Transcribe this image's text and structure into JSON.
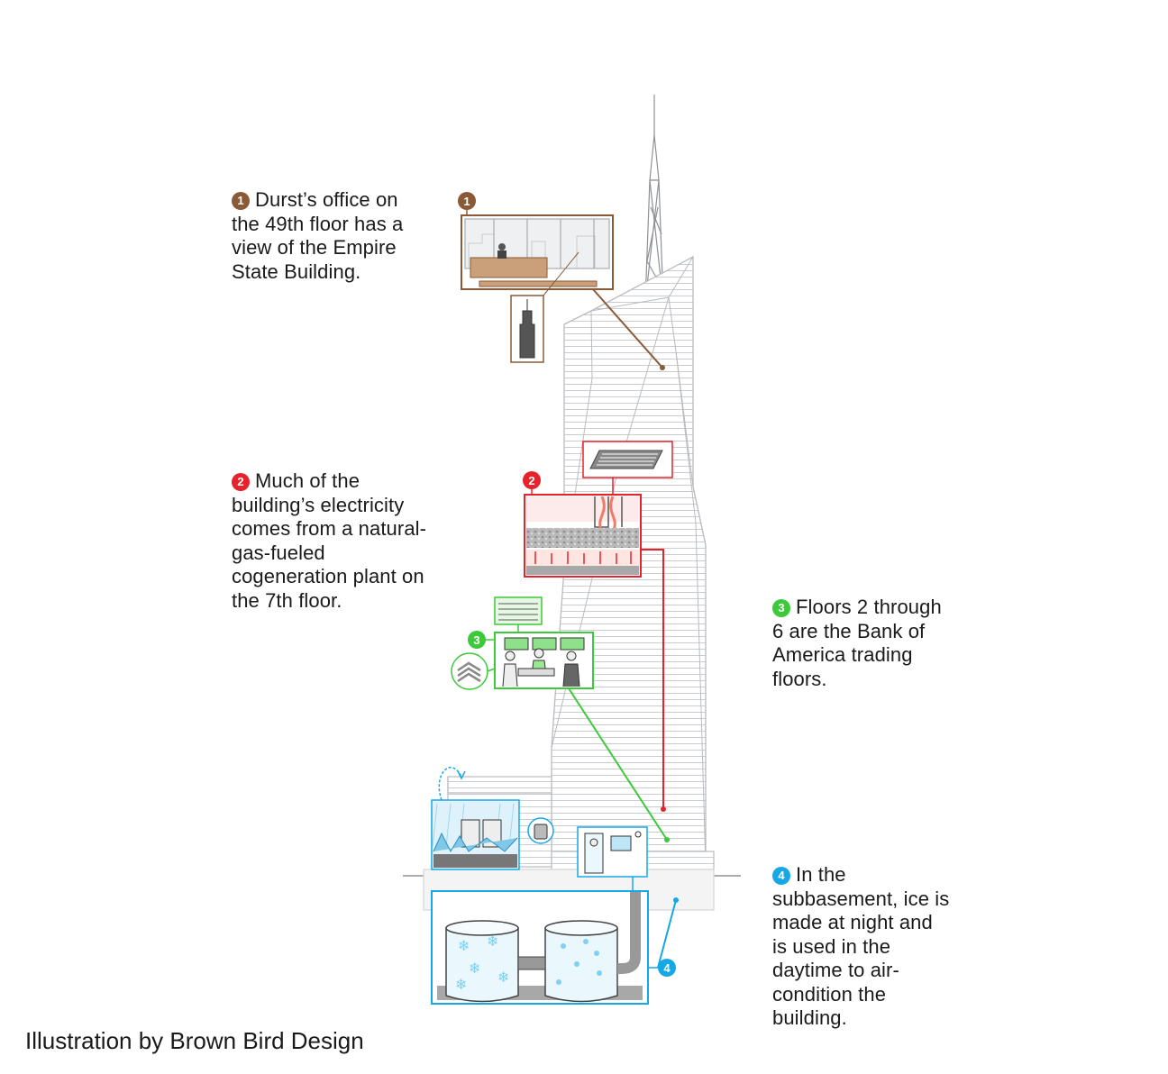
{
  "colors": {
    "callout1": "#8a5a36",
    "callout2": "#e8222a",
    "callout3": "#3cc93a",
    "callout4": "#16a8e6",
    "building_stroke": "#b8bbbf"
  },
  "callouts": [
    {
      "number": "1",
      "text": "Durst’s office on the 49th floor has a view of the Empire State Building."
    },
    {
      "number": "2",
      "text": "Much of the building’s electricity comes from a natural-gas-fueled cogeneration plant on the 7th floor."
    },
    {
      "number": "3",
      "text": "Floors 2 through 6 are the Bank of America trading floors."
    },
    {
      "number": "4",
      "text": "In the subbasement, ice is made at night and is used in the daytime to air-condition the building."
    }
  ],
  "diagram_badges": [
    "1",
    "2",
    "3",
    "4"
  ],
  "credit": "Illustration by Brown Bird Design"
}
